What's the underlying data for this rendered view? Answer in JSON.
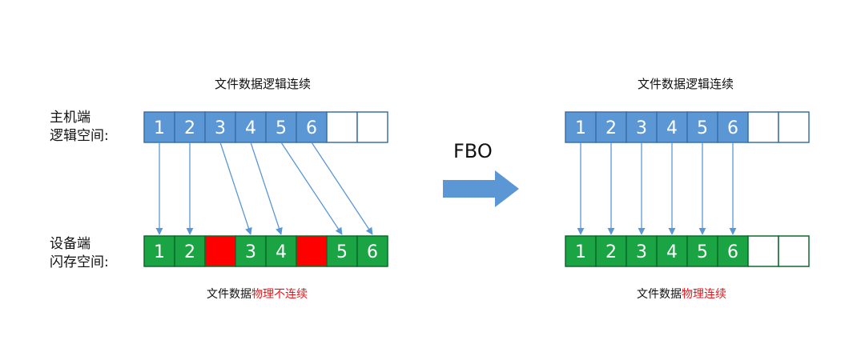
{
  "colors": {
    "logical_fill": "#5b97d5",
    "logical_stroke": "#3c70aa",
    "flash_fill": "#1aa443",
    "flash_stroke": "#0b6b2a",
    "bad_block_fill": "#ff0000",
    "empty_fill": "#ffffff",
    "arrow": "#5b97d5",
    "highlight_text": "#e8161b"
  },
  "left": {
    "top_caption": "文件数据逻辑连续",
    "host_label_line1": "主机端",
    "host_label_line2": "逻辑空间:",
    "device_label_line1": "设备端",
    "device_label_line2": "闪存空间:",
    "logical_cells": [
      "1",
      "2",
      "3",
      "4",
      "5",
      "6",
      "",
      ""
    ],
    "flash_cells": [
      "1",
      "2",
      "",
      "3",
      "4",
      "",
      "5",
      "6"
    ],
    "flash_cell_types": [
      "data",
      "data",
      "bad",
      "data",
      "data",
      "bad",
      "data",
      "data"
    ],
    "bottom_caption_normal": "文件数据",
    "bottom_caption_highlight": "物理不连续"
  },
  "arrow_label": "FBO",
  "right": {
    "top_caption": "文件数据逻辑连续",
    "logical_cells": [
      "1",
      "2",
      "3",
      "4",
      "5",
      "6",
      "",
      ""
    ],
    "flash_cells": [
      "1",
      "2",
      "3",
      "4",
      "5",
      "6",
      "",
      ""
    ],
    "flash_cell_types": [
      "data",
      "data",
      "data",
      "data",
      "data",
      "data",
      "empty",
      "empty"
    ],
    "bottom_caption_normal": "文件数据",
    "bottom_caption_highlight": "物理连续"
  }
}
